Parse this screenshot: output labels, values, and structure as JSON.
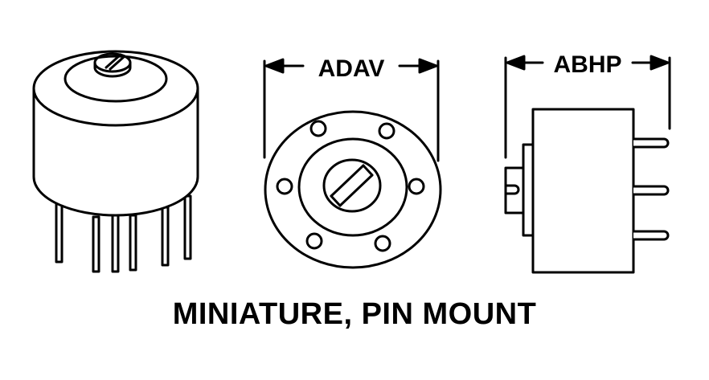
{
  "dimensions": {
    "front_view_width": "ADAV",
    "side_view_depth": "ABHP"
  },
  "caption": "MINIATURE, PIN MOUNT",
  "colors": {
    "ink": "#000000",
    "paper": "#ffffff"
  }
}
